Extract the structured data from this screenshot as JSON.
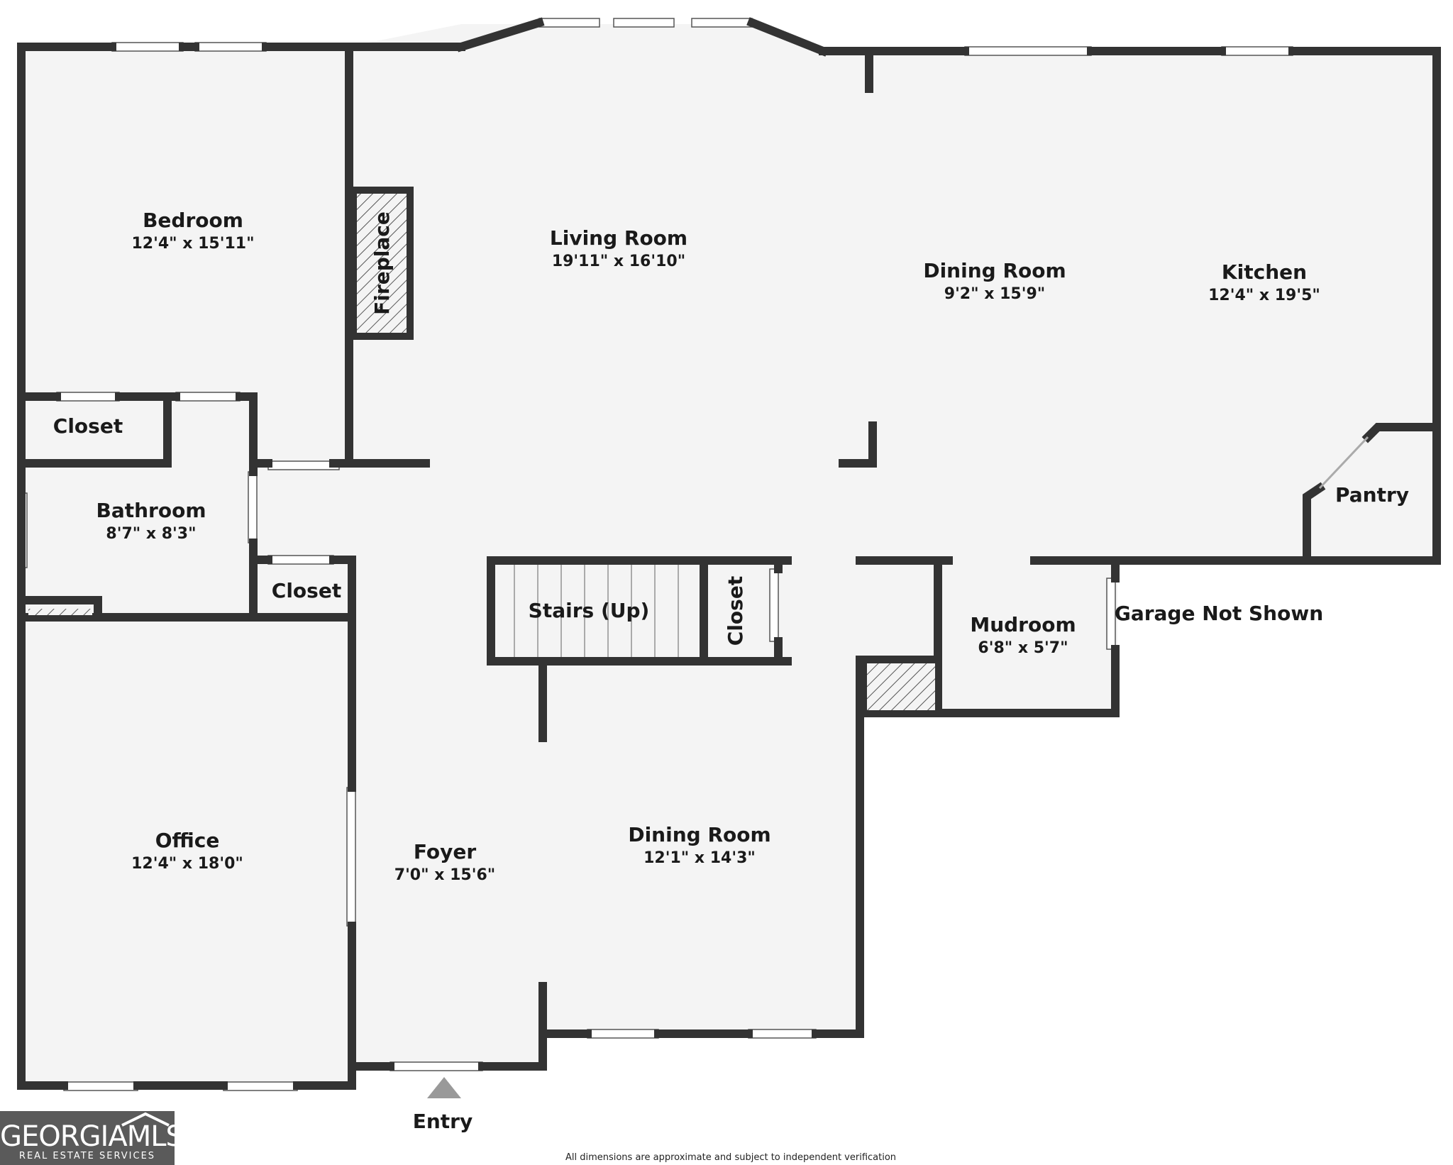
{
  "rooms": [
    {
      "id": "bedroom",
      "name": "Bedroom",
      "dim": "12'4\" x 15'11\""
    },
    {
      "id": "living-room",
      "name": "Living Room",
      "dim": "19'11\" x 16'10\""
    },
    {
      "id": "dining-room-upper",
      "name": "Dining Room",
      "dim": "9'2\" x 15'9\""
    },
    {
      "id": "kitchen",
      "name": "Kitchen",
      "dim": "12'4\" x 19'5\""
    },
    {
      "id": "bathroom",
      "name": "Bathroom",
      "dim": "8'7\" x 8'3\""
    },
    {
      "id": "mudroom",
      "name": "Mudroom",
      "dim": "6'8\" x 5'7\""
    },
    {
      "id": "office",
      "name": "Office",
      "dim": "12'4\" x 18'0\""
    },
    {
      "id": "foyer",
      "name": "Foyer",
      "dim": "7'0\" x 15'6\""
    },
    {
      "id": "dining-room-lower",
      "name": "Dining Room",
      "dim": "12'1\" x 14'3\""
    }
  ],
  "labels": {
    "closet_upper": "Closet",
    "closet_lower": "Closet",
    "closet_stairs": "Closet",
    "pantry": "Pantry",
    "fireplace": "Fireplace",
    "stairs": "Stairs (Up)",
    "garage": "Garage Not Shown",
    "entry": "Entry"
  },
  "footer": {
    "disclaimer": "All dimensions are approximate and subject to independent verification"
  },
  "logo": {
    "main": "GEORGIAMLS",
    "sub": "REAL ESTATE SERVICES"
  },
  "colors": {
    "wall": "#333333",
    "floor": "#f4f4f4",
    "window": "#ffffff",
    "hatch": "#555555"
  }
}
